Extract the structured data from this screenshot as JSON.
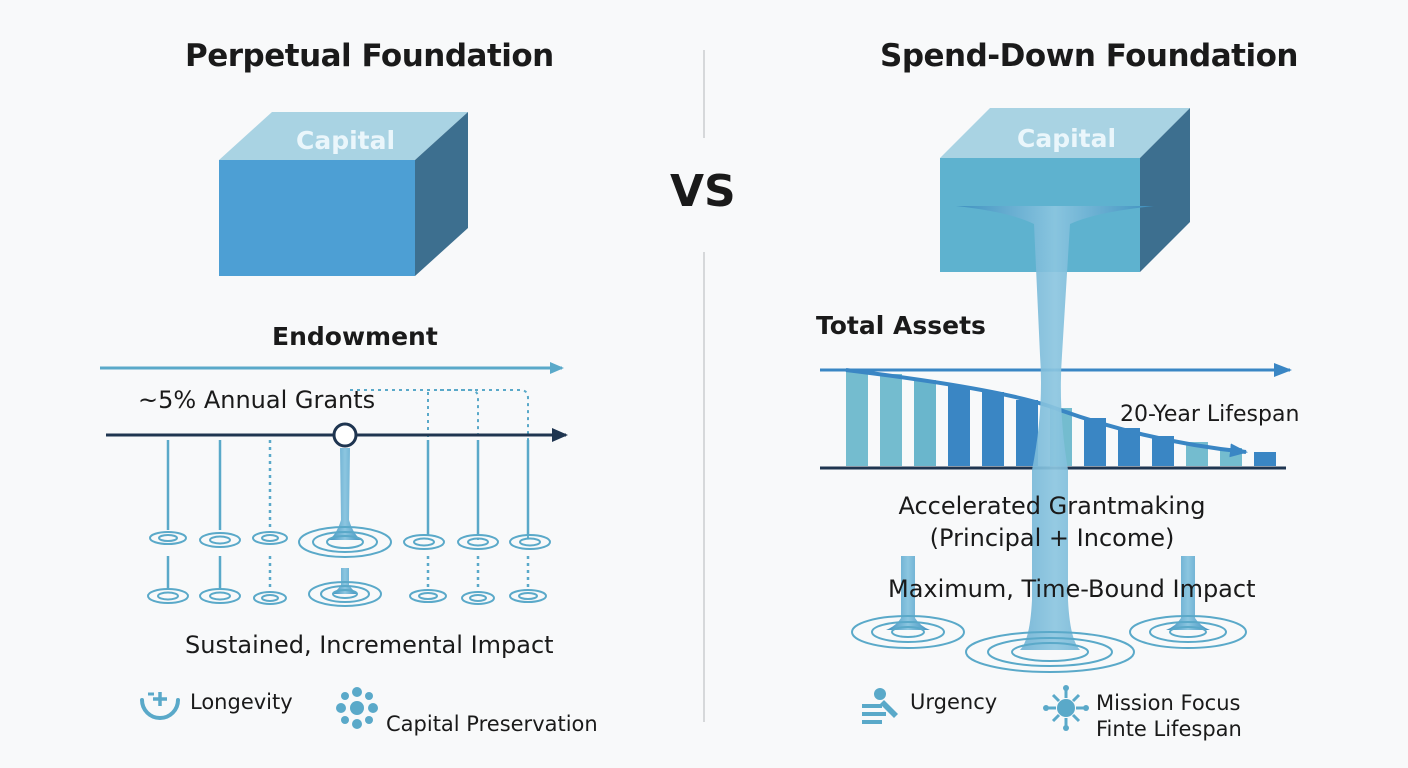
{
  "vs_label": "VS",
  "left": {
    "title": "Perpetual Foundation",
    "capital_label": "Capital",
    "endowment_label": "Endowment",
    "grants_label": "~5% Annual Grants",
    "impact_label": "Sustained, Incremental Impact",
    "benefits": [
      {
        "icon": "longevity-icon",
        "label": "Longevity"
      },
      {
        "icon": "capital-preservation-icon",
        "label": "Capital Preservation"
      }
    ]
  },
  "right": {
    "title": "Spend-Down Foundation",
    "capital_label": "Capital",
    "assets_label": "Total Assets",
    "lifespan_label": "20-Year Lifespan",
    "grantmaking_line1": "Accelerated Grantmaking",
    "grantmaking_line2": "(Principal + Income)",
    "impact_label": "Maximum, Time-Bound Impact",
    "benefits": [
      {
        "icon": "urgency-icon",
        "label": "Urgency"
      },
      {
        "icon": "mission-focus-icon",
        "label_line1": "Mission Focus",
        "label_line2": "Finte Lifespan"
      }
    ]
  },
  "colors": {
    "cube_front_left": "#4d9fd4",
    "cube_front_right": "#5eb2cf",
    "cube_top": "#a9d3e3",
    "cube_side": "#3d6f8f",
    "accent": "#5aa9c9",
    "navy": "#1f3550"
  }
}
